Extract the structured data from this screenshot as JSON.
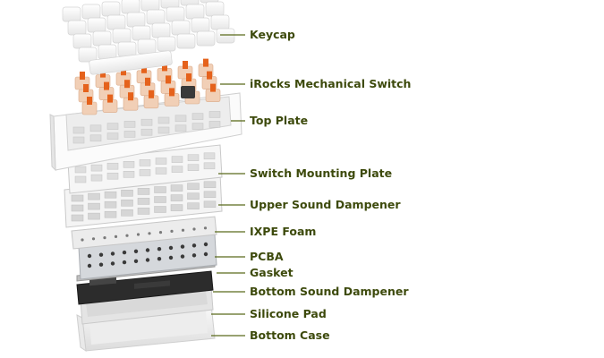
{
  "labels": [
    {
      "id": "keycap",
      "text": "Keycap"
    },
    {
      "id": "switch",
      "text": "iRocks Mechanical Switch"
    },
    {
      "id": "top-plate",
      "text": "Top Plate"
    },
    {
      "id": "mounting-plate",
      "text": "Switch Mounting Plate"
    },
    {
      "id": "upper-dampener",
      "text": "Upper Sound Dampener"
    },
    {
      "id": "ixpe",
      "text": "IXPE Foam"
    },
    {
      "id": "pcba",
      "text": "PCBA"
    },
    {
      "id": "gasket",
      "text": "Gasket"
    },
    {
      "id": "bottom-dampener",
      "text": "Bottom Sound Dampener"
    },
    {
      "id": "silicone",
      "text": "Silicone Pad"
    },
    {
      "id": "bottom-case",
      "text": "Bottom Case"
    }
  ],
  "colors": {
    "label_text": "#3d4a0c",
    "callout_line": "#5b6b1c",
    "switch_stem": "#e5621c",
    "switch_body": "#f1cfb6",
    "plate": "#f4f4f4",
    "pcb": "#d5d8dc",
    "dampener": "#2c2c2c"
  }
}
